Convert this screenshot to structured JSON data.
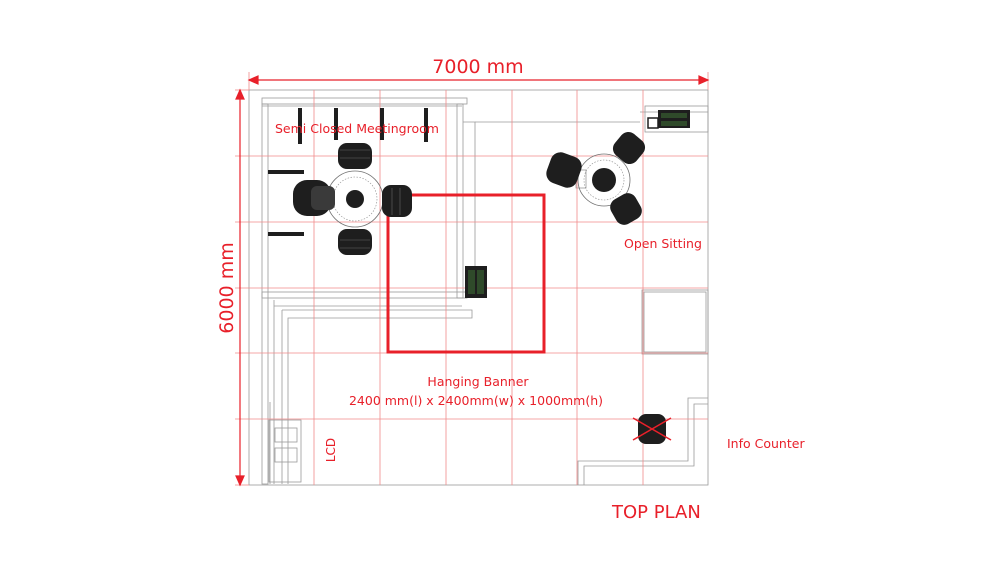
{
  "dimensions": {
    "width_label": "7000 mm",
    "height_label": "6000 mm"
  },
  "zones": {
    "meeting_room": "Semi Closed Meetingroom",
    "open_sitting": "Open Sitting",
    "banner_title": "Hanging Banner",
    "banner_size": "2400 mm(l) x 2400mm(w) x 1000mm(h)",
    "lcd": "LCD",
    "info_counter": "Info Counter"
  },
  "plan_title": "TOP PLAN",
  "colors": {
    "accent_red": "#e8202a",
    "grid_red": "#f08a8a",
    "line_grey": "#9a9a9a",
    "furniture_dark": "#1e1e1e",
    "planter_green": "#2f4a2a"
  }
}
